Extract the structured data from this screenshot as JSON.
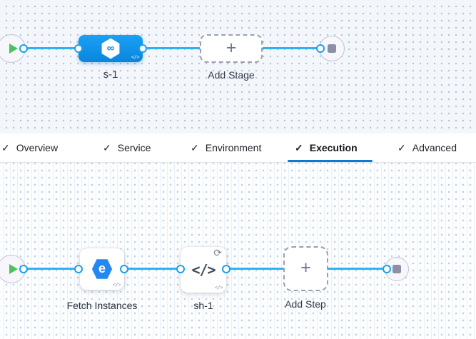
{
  "stage_pipeline": {
    "start_node": "pipeline-start",
    "stage": {
      "name": "s-1",
      "icon": "deploy-hexagon-infinity"
    },
    "add_stage": {
      "label": "Add Stage"
    },
    "end_node": "pipeline-end"
  },
  "tabs": {
    "items": [
      {
        "label": "Overview",
        "checked": true,
        "active": false
      },
      {
        "label": "Service",
        "checked": true,
        "active": false
      },
      {
        "label": "Environment",
        "checked": true,
        "active": false
      },
      {
        "label": "Execution",
        "checked": true,
        "active": true
      },
      {
        "label": "Advanced",
        "checked": true,
        "active": false
      }
    ]
  },
  "execution": {
    "steps": [
      {
        "name": "Fetch Instances",
        "icon": "elastigroup",
        "badge": "</>"
      },
      {
        "name": "sh-1",
        "icon": "shell-script",
        "badge": "</>",
        "has_loop": true
      }
    ],
    "add_step": {
      "label": "Add Step"
    }
  },
  "glyphs": {
    "check": "✓",
    "plus": "+",
    "loop": "⟳",
    "code_badge": "</>",
    "code": "</>",
    "infinity": "∞",
    "elastigroup_letter": "e"
  },
  "colors": {
    "connector": "#2eb1f3",
    "port_ring": "#18a0ee",
    "stage_blue": "#0d93ee",
    "tab_underline": "#0b7ad1",
    "play_green": "#4cc15e",
    "stop_gray": "#8c8fa6",
    "canvas_top_bg": "#f3f7fc",
    "canvas_bottom_bg": "#fdfeff"
  }
}
